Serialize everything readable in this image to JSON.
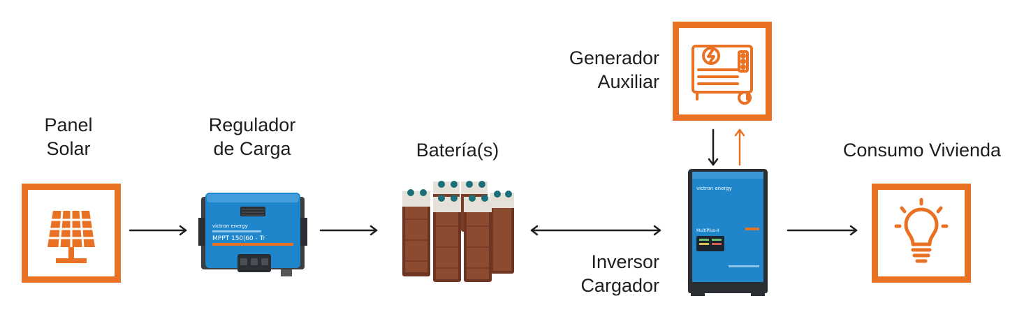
{
  "nodes": {
    "panel": {
      "label_line1": "Panel",
      "label_line2": "Solar",
      "icon": "solar-panel-icon"
    },
    "regulator": {
      "label_line1": "Regulador",
      "label_line2": "de Carga",
      "device_text": "MPPT 150|60 - Tr"
    },
    "battery": {
      "label": "Batería(s)"
    },
    "generator": {
      "label_line1": "Generador",
      "label_line2": "Auxiliar",
      "icon": "generator-icon"
    },
    "inverter": {
      "label_line1": "Inversor",
      "label_line2": "Cargador",
      "device_text": "MultiPlus-II"
    },
    "consumption": {
      "label": "Consumo Vivienda",
      "icon": "light-bulb-icon"
    }
  },
  "connections": [
    {
      "from": "panel",
      "to": "regulator",
      "direction": "forward"
    },
    {
      "from": "regulator",
      "to": "battery",
      "direction": "forward"
    },
    {
      "from": "battery",
      "to": "inverter",
      "direction": "bidirectional"
    },
    {
      "from": "generator",
      "to": "inverter",
      "direction": "down"
    },
    {
      "from": "inverter",
      "to": "generator",
      "direction": "up"
    },
    {
      "from": "inverter",
      "to": "consumption",
      "direction": "forward"
    }
  ],
  "colors": {
    "accent": "#e97124",
    "device_blue": "#1f86cc",
    "arrow": "#1e1e1e",
    "text": "#1e1e1e"
  }
}
